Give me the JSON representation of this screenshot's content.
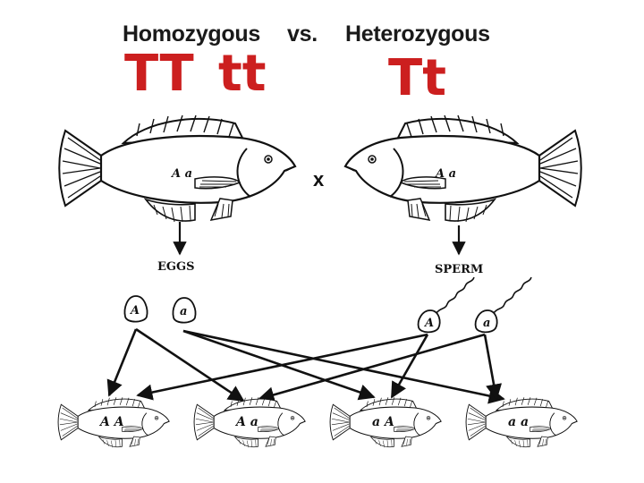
{
  "header": {
    "homozygous": "Homozygous",
    "vs": "vs.",
    "heterozygous": "Heterozygous"
  },
  "genotypes": {
    "homo_dominant": "TT",
    "homo_recessive": "tt",
    "hetero": "Tt"
  },
  "cross": {
    "symbol": "x",
    "parent_female_alleles": "A a",
    "parent_male_alleles": "A a",
    "eggs_label": "EGGS",
    "sperm_label": "SPERM",
    "egg_1": "A",
    "egg_2": "a",
    "sperm_1": "A",
    "sperm_2": "a"
  },
  "offspring": [
    "A A",
    "A a",
    "a A",
    "a a"
  ],
  "colors": {
    "genotype_red": "#cc1f1f",
    "ink": "#111111"
  }
}
